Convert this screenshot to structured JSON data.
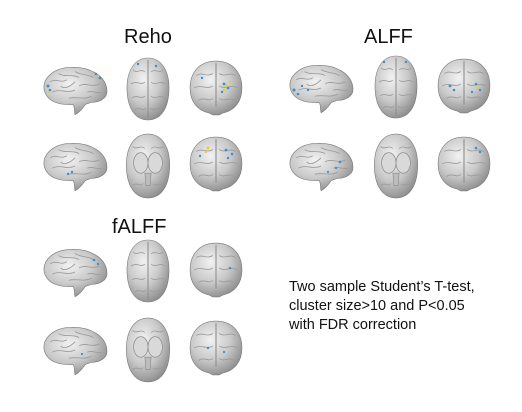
{
  "panels": [
    {
      "id": "reho",
      "title": "Reho"
    },
    {
      "id": "alff",
      "title": "ALFF"
    },
    {
      "id": "falff",
      "title": "fALFF"
    }
  ],
  "caption": {
    "line1": "Two sample Student’s T-test,",
    "line2": "cluster size>10 and P<0.05",
    "line3": "with FDR correction"
  },
  "colors": {
    "brain_fill": "#cfcfcf",
    "brain_shadow": "#8e8e8e",
    "activation_blue": "#3a8fd0",
    "activation_yellow": "#e3d21c"
  },
  "views": [
    "lateral-left",
    "superior",
    "anterior",
    "lateral-right",
    "inferior",
    "posterior"
  ]
}
